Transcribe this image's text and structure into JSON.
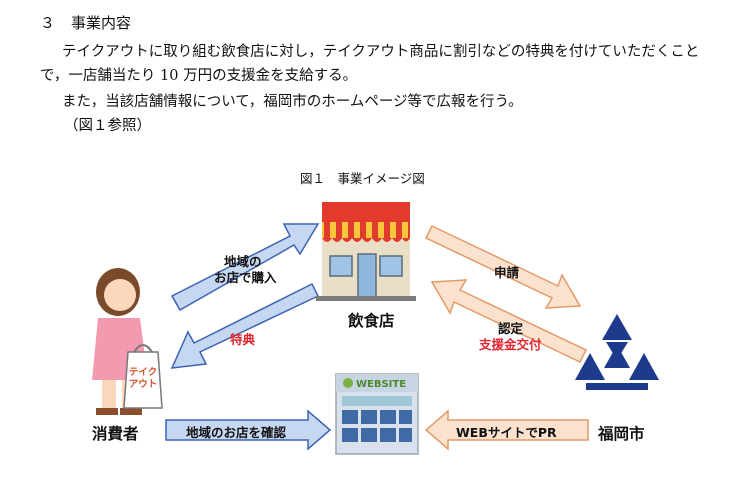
{
  "section": {
    "number": "３",
    "title": "事業内容"
  },
  "paragraphs": {
    "p1": "テイクアウトに取り組む飲食店に対し，テイクアウト商品に割引などの特典を付けていただくことで，一店舗当たり 10 万円の支援金を支給する。",
    "p2": "また，当該店舗情報について，福岡市のホームページ等で広報を行う。",
    "p3": "（図１参照）"
  },
  "figure": {
    "title": "図１　事業イメージ図",
    "nodes": {
      "consumer": "消費者",
      "restaurant": "飲食店",
      "city": "福岡市",
      "website_logo": "WEBSITE",
      "bag_text_1": "テイク",
      "bag_text_2": "アウト"
    },
    "arrows": {
      "buy_line1": "地域の",
      "buy_line2": "お店で購入",
      "benefit": "特典",
      "apply": "申請",
      "certify": "認定",
      "subsidy": "支援金交付",
      "confirm": "地域のお店を確認",
      "web_pr": "WEBサイトでPR"
    },
    "colors": {
      "blue_arrow": "#c6d7f1",
      "blue_outline": "#3d63b3",
      "orange_arrow": "#fbe2cf",
      "orange_outline": "#e39a68",
      "city_logo": "#1e3a8c",
      "red_text": "#e0262f"
    }
  }
}
